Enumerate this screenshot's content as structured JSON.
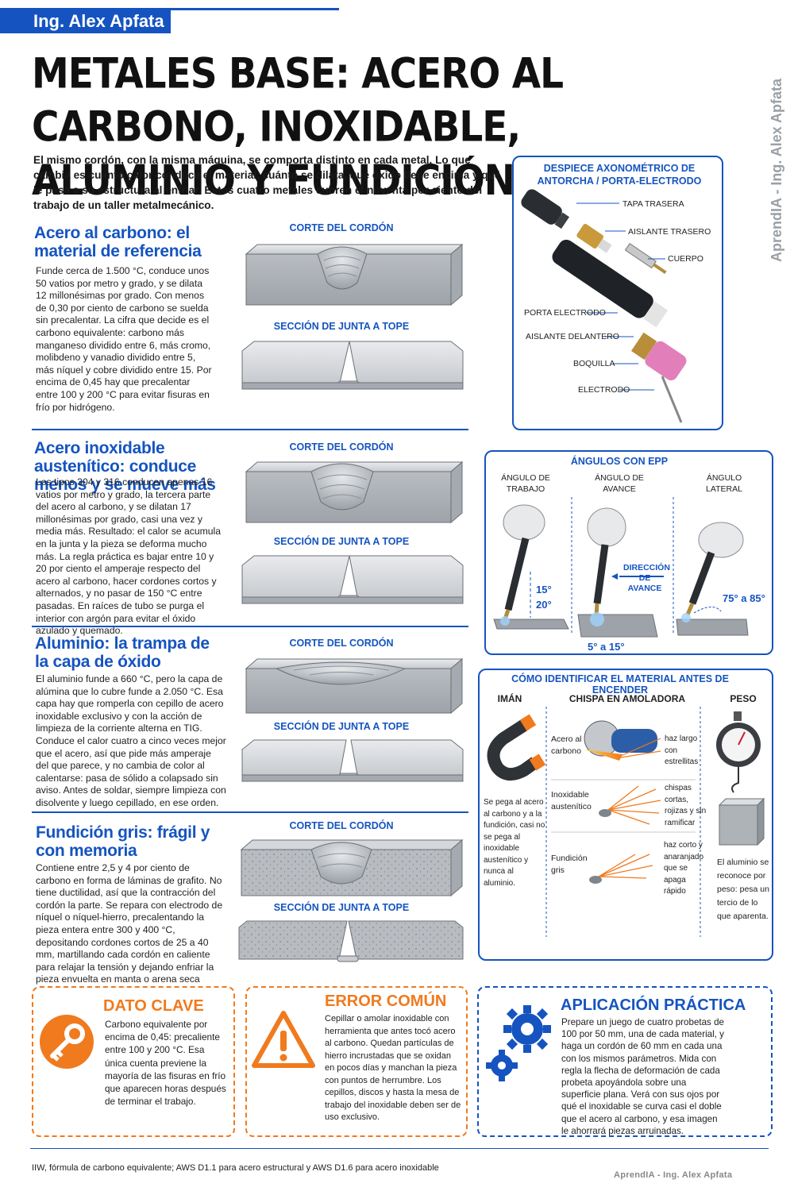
{
  "header": {
    "author": "Ing. Alex Apfata",
    "title": "METALES BASE: ACERO AL CARBONO, INOXIDABLE, ALUMINIO Y FUNDICIÓN",
    "watermark": "AprendIA - Ing. Alex Apfata",
    "intro": "El mismo cordón, con la misma máquina, se comporta distinto en cada metal. Lo que cambia es cuánto calor conduce el material, cuánto se dilata, qué óxido tiene encima y qué le pasa a su estructura al enfriar. Estos cuatro metales cubren el noventa por ciento del trabajo de un taller metalmecánico."
  },
  "sections": [
    {
      "title": "Acero al carbono: el material de referencia",
      "body": "Funde cerca de 1.500 °C, conduce unos 50 vatios por metro y grado, y se dilata 12 millonésimas por grado. Con menos de 0,30 por ciento de carbono se suelda sin precalentar. La cifra que decide es el carbono equivalente: carbono más manganeso dividido entre 6, más cromo, molibdeno y vanadio dividido entre 5, más níquel y cobre dividido entre 15. Por encima de 0,45 hay que precalentar entre 100 y 200 °C para evitar fisuras en frío por hidrógeno.",
      "label_bead": "CORTE DEL CORDÓN",
      "label_joint": "SECCIÓN DE JUNTA A TOPE"
    },
    {
      "title": "Acero inoxidable austenítico: conduce menos y se mueve más",
      "body": "Los tipos 304 y 316 conducen apenas 16 vatios por metro y grado, la tercera parte del acero al carbono, y se dilatan 17 millonésimas por grado, casi una vez y media más. Resultado: el calor se acumula en la junta y la pieza se deforma mucho más. La regla práctica es bajar entre 10 y 20 por ciento el amperaje respecto del acero al carbono, hacer cordones cortos y alternados, y no pasar de 150 °C entre pasadas. En raíces de tubo se purga el interior con argón para evitar el óxido azulado y quemado.",
      "label_bead": "CORTE DEL CORDÓN",
      "label_joint": "SECCIÓN DE JUNTA A TOPE"
    },
    {
      "title": "Aluminio: la trampa de la capa de óxido",
      "body": "El aluminio funde a 660 °C, pero la capa de alúmina que lo cubre funde a 2.050 °C. Esa capa hay que romperla con cepillo de acero inoxidable exclusivo y con la acción de limpieza de la corriente alterna en TIG. Conduce el calor cuatro a cinco veces mejor que el acero, así que pide más amperaje del que parece, y no cambia de color al calentarse: pasa de sólido a colapsado sin aviso. Antes de soldar, siempre limpieza con disolvente y luego cepillado, en ese orden.",
      "label_bead": "CORTE DEL CORDÓN",
      "label_joint": "SECCIÓN DE JUNTA A TOPE"
    },
    {
      "title": "Fundición gris: frágil y con memoria",
      "body": "Contiene entre 2,5 y 4 por ciento de carbono en forma de láminas de grafito. No tiene ductilidad, así que la contracción del cordón la parte. Se repara con electrodo de níquel o níquel-hierro, precalentando la pieza entera entre 300 y 400 °C, depositando cordones cortos de 25 a 40 mm, martillando cada cordón en caliente para relajar la tensión y dejando enfriar la pieza envuelta en manta o arena seca durante horas.",
      "label_bead": "CORTE DEL CORDÓN",
      "label_joint": "SECCIÓN DE JUNTA A TOPE"
    }
  ],
  "torch_panel": {
    "title": "DESPIECE AXONOMÉTRICO DE ANTORCHA / PORTA-ELECTRODO",
    "parts": [
      "TAPA TRASERA",
      "AISLANTE TRASERO",
      "CUERPO",
      "PORTA ELECTRODO",
      "AISLANTE DELANTERO",
      "BOQUILLA",
      "ELECTRODO"
    ]
  },
  "angles_panel": {
    "title": "ÁNGULOS CON EPP",
    "work_angle": "ÁNGULO DE TRABAJO",
    "travel_angle": "ÁNGULO DE AVANCE",
    "lateral_angle": "ÁNGULO LATERAL",
    "work_value_a": "15°",
    "work_value_b": "20°",
    "direction": "DIRECCIÓN DE AVANCE",
    "travel_value": "5° a 15°",
    "lateral_value": "75° a 85°"
  },
  "identify_panel": {
    "title": "CÓMO IDENTIFICAR EL MATERIAL ANTES DE ENCENDER",
    "col_magnet": "IMÁN",
    "col_spark": "CHISPA EN AMOLADORA",
    "col_weight": "PESO",
    "magnet_text": "Se pega al acero al carbono y a la fundición, casi no se pega al inoxidable austenítico y nunca al aluminio.",
    "spark_rows": [
      {
        "material": "Acero al carbono",
        "desc": "haz largo con estrellitas"
      },
      {
        "material": "Inoxidable austenítico",
        "desc": "chispas cortas, rojizas y sin ramificar"
      },
      {
        "material": "Fundición gris",
        "desc": "haz corto y anaranjado que se apaga rápido"
      }
    ],
    "weight_text": "El aluminio se reconoce por peso: pesa un tercio de lo que aparenta."
  },
  "callouts": {
    "key": {
      "title": "DATO CLAVE",
      "text": "Carbono equivalente por encima de 0,45: precaliente entre 100 y 200 °C. Esa única cuenta previene la mayoría de las fisuras en frío que aparecen horas después de terminar el trabajo.",
      "color": "#f07a1e"
    },
    "error": {
      "title": "ERROR COMÚN",
      "text": "Cepillar o amolar inoxidable con herramienta que antes tocó acero al carbono. Quedan partículas de hierro incrustadas que se oxidan en pocos días y manchan la pieza con puntos de herrumbre. Los cepillos, discos y hasta la mesa de trabajo del inoxidable deben ser de uso exclusivo.",
      "color": "#f07a1e"
    },
    "practice": {
      "title": "APLICACIÓN PRÁCTICA",
      "text": "Prepare un juego de cuatro probetas de 100 por 50 mm, una de cada material, y haga un cordón de 60 mm en cada una con los mismos parámetros. Mida con regla la flecha de deformación de cada probeta apoyándola sobre una superficie plana. Verá con sus ojos por qué el inoxidable se curva casi el doble que el acero al carbono, y esa imagen le ahorrará piezas arruinadas.",
      "color": "#1554c0"
    }
  },
  "footer": {
    "refs": "IIW, fórmula de carbono equivalente; AWS D1.1 para acero estructural y AWS D1.6 para acero inoxidable",
    "brand": "AprendIA  -  Ing. Alex Apfata"
  },
  "colors": {
    "accent": "#1554c0",
    "warning": "#f07a1e",
    "steel": "#c9ccd1"
  }
}
